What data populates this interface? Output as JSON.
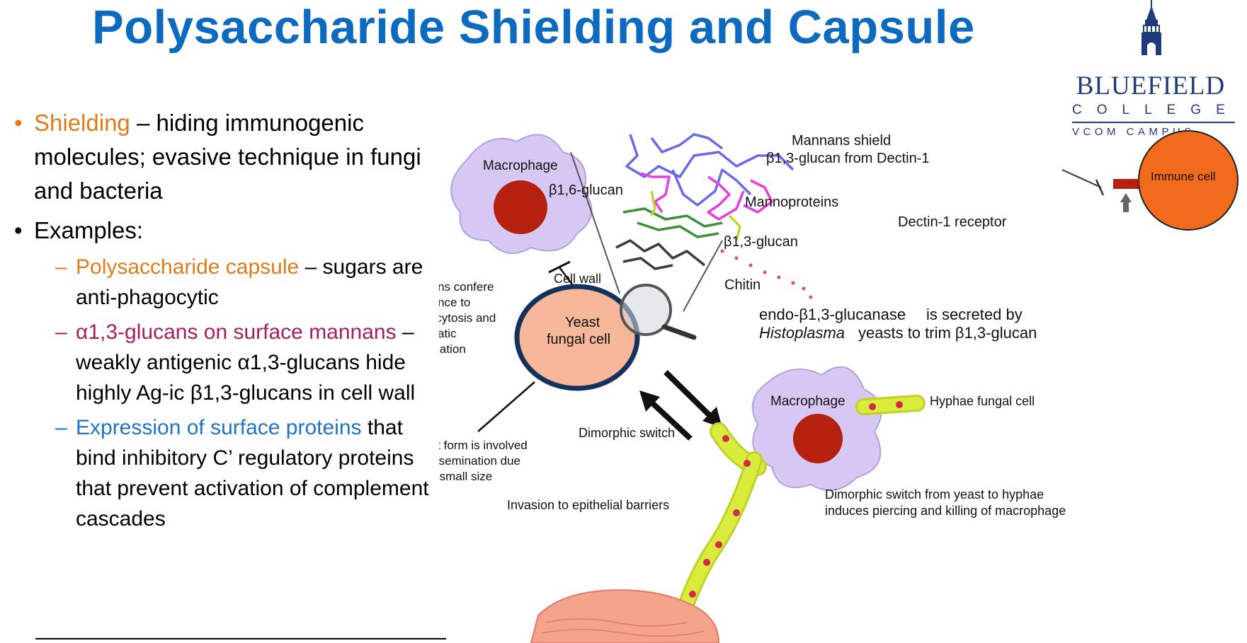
{
  "title": "Polysaccharide Shielding and Capsule",
  "logo": {
    "line1": "BLUEFIELD",
    "line2": "COLLEGE",
    "line3": "VCOM CAMPUS",
    "color": "#1f3c7a"
  },
  "bullets": {
    "shielding_term": "Shielding",
    "shielding_text": " – hiding immunogenic molecules; evasive technique in fungi and bacteria",
    "examples": "Examples:",
    "sub": [
      {
        "term": "Polysaccharide capsule",
        "text": " – sugars are anti-phagocytic"
      },
      {
        "term": "α1,3-glucans on surface mannans",
        "text": " – weakly antigenic α1,3-glucans hide highly Ag-ic β1,3-glucans in cell wall"
      },
      {
        "term": "Expression of surface proteins",
        "text": " that bind inhibitory C’ regulatory proteins that prevent activation of complement cascades"
      }
    ]
  },
  "diagram": {
    "macrophage_top": "Macrophage",
    "b16": "β1,6-glucan",
    "mannans_shield_1": "Mannans shield",
    "mannans_shield_2": "β1,3-glucan from Dectin-1",
    "immune_cell": "Immune cell",
    "mannoproteins": "Mannoproteins",
    "dectin_receptor": "Dectin-1 receptor",
    "b13": "β1,3-glucan",
    "cell_wall": "Cell wall",
    "chitin": "Chitin",
    "melanins": [
      "Melanins confere",
      "resistance to",
      "phagocytosis and",
      "enzymatic",
      "degradation"
    ],
    "yeast_1": "Yeast",
    "yeast_2": "fungal cell",
    "endo_1": "endo-β1,3-glucanase",
    "endo_2": "is secreted by",
    "histo_1": "Histoplasma",
    "histo_2": "yeasts to trim β1,3-glucan",
    "macrophage_bottom": "Macrophage",
    "hyphae": "Hyphae  fungal cell",
    "dimorphic_switch": "Dimorphic switch",
    "yeast_form": [
      "Yeast form is involved",
      "in dissemination due",
      "to its small size"
    ],
    "invasion": "Invasion to epithelial barriers",
    "dimorphic_desc_1": "Dimorphic switch from yeast to hyphae",
    "dimorphic_desc_2": "induces piercing and killing of macrophage"
  },
  "colors": {
    "title": "#0d6bbf",
    "orange": "#e07b1a",
    "crimson": "#a61f5a",
    "blue": "#1f73c4",
    "macrophage": "#d6c8f2",
    "nucleus": "#b5200f",
    "immune_cell": "#f26a1b",
    "yeast_fill": "#f6b79a",
    "yeast_border": "#14325c",
    "hyphae": "#d9ec3c",
    "tissue": "#f4a48a"
  }
}
